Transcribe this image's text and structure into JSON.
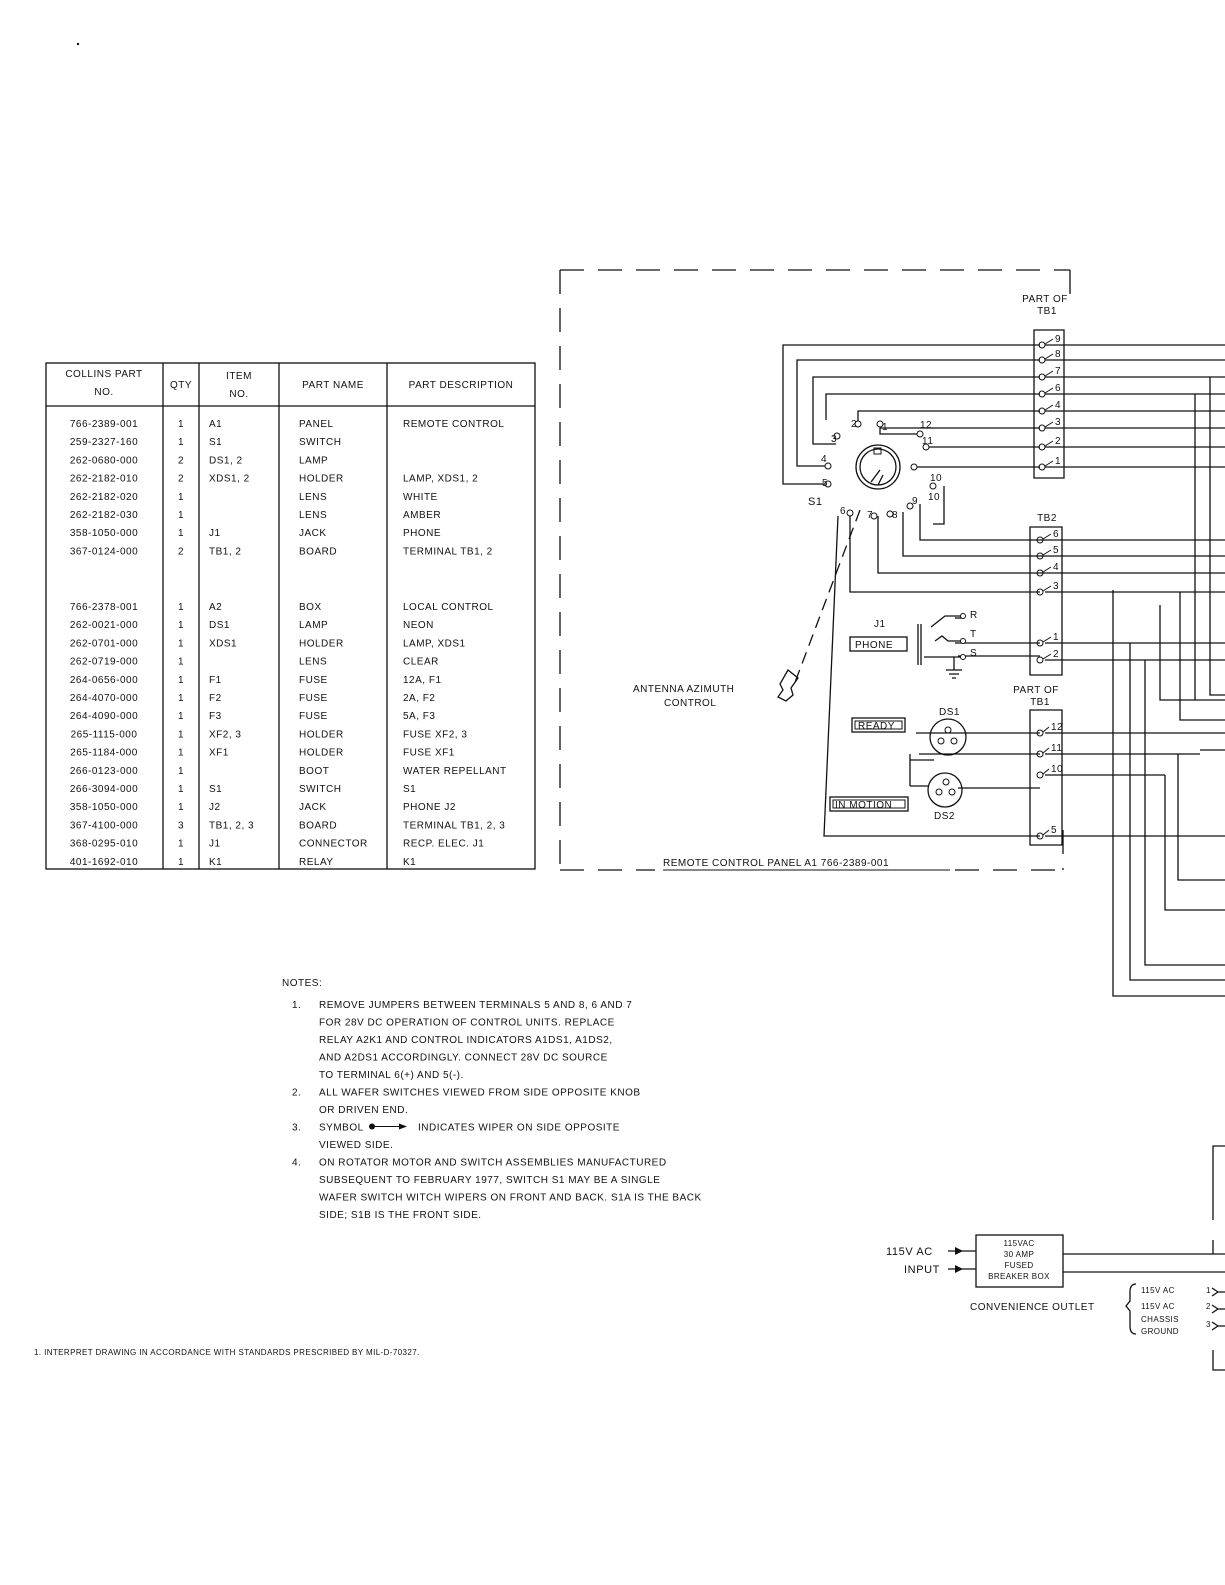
{
  "parts_table": {
    "headers": [
      "COLLINS PART NO.",
      "QTY",
      "ITEM NO.",
      "PART NAME",
      "PART DESCRIPTION"
    ],
    "group1": [
      [
        "766-2389-001",
        "1",
        "A1",
        "PANEL",
        "REMOTE CONTROL"
      ],
      [
        "259-2327-160",
        "1",
        "S1",
        "SWITCH",
        ""
      ],
      [
        "262-0680-000",
        "2",
        "DS1, 2",
        "LAMP",
        ""
      ],
      [
        "262-2182-010",
        "2",
        "XDS1, 2",
        "HOLDER",
        "LAMP, XDS1, 2"
      ],
      [
        "262-2182-020",
        "1",
        "",
        "LENS",
        "WHITE"
      ],
      [
        "262-2182-030",
        "1",
        "",
        "LENS",
        "AMBER"
      ],
      [
        "358-1050-000",
        "1",
        "J1",
        "JACK",
        "PHONE"
      ],
      [
        "367-0124-000",
        "2",
        "TB1, 2",
        "BOARD",
        "TERMINAL TB1, 2"
      ]
    ],
    "group2": [
      [
        "766-2378-001",
        "1",
        "A2",
        "BOX",
        "LOCAL CONTROL"
      ],
      [
        "262-0021-000",
        "1",
        "DS1",
        "LAMP",
        "NEON"
      ],
      [
        "262-0701-000",
        "1",
        "XDS1",
        "HOLDER",
        "LAMP, XDS1"
      ],
      [
        "262-0719-000",
        "1",
        "",
        "LENS",
        "CLEAR"
      ],
      [
        "264-0656-000",
        "1",
        "F1",
        "FUSE",
        "12A, F1"
      ],
      [
        "264-4070-000",
        "1",
        "F2",
        "FUSE",
        "2A, F2"
      ],
      [
        "264-4090-000",
        "1",
        "F3",
        "FUSE",
        "5A, F3"
      ],
      [
        "265-1115-000",
        "1",
        "XF2, 3",
        "HOLDER",
        "FUSE XF2, 3"
      ],
      [
        "265-1184-000",
        "1",
        "XF1",
        "HOLDER",
        "FUSE XF1"
      ],
      [
        "266-0123-000",
        "1",
        "",
        "BOOT",
        "WATER REPELLANT"
      ],
      [
        "266-3094-000",
        "1",
        "S1",
        "SWITCH",
        "S1"
      ],
      [
        "358-1050-000",
        "1",
        "J2",
        "JACK",
        "PHONE J2"
      ],
      [
        "367-4100-000",
        "3",
        "TB1, 2, 3",
        "BOARD",
        "TERMINAL TB1, 2, 3"
      ],
      [
        "368-0295-010",
        "1",
        "J1",
        "CONNECTOR",
        "RECP. ELEC. J1"
      ],
      [
        "401-1692-010",
        "1",
        "K1",
        "RELAY",
        "K1"
      ]
    ]
  },
  "diagram": {
    "part_of_tb1_top": "PART OF TB1",
    "tb1_top_terminals": [
      "9",
      "8",
      "7",
      "6",
      "4",
      "3",
      "2",
      "1"
    ],
    "tb2_label": "TB2",
    "tb2_terminals": [
      "6",
      "5",
      "4",
      "3",
      "1",
      "2"
    ],
    "part_of_tb1_bottom": "PART OF TB1",
    "tb1_bottom_terminals": [
      "12",
      "11",
      "10",
      "5"
    ],
    "switch_label": "S1",
    "switch_positions": [
      "1",
      "2",
      "3",
      "4",
      "5",
      "6",
      "7",
      "8",
      "9",
      "10",
      "11",
      "12"
    ],
    "switch_extra_10": "10",
    "antenna_label": "ANTENNA AZIMUTH CONTROL",
    "jack_label": "J1",
    "jack_contacts": [
      "R",
      "T",
      "S"
    ],
    "phone_label": "PHONE",
    "ready_label": "READY",
    "ds1_label": "DS1",
    "in_motion_label": "IN MOTION",
    "ds2_label": "DS2",
    "panel_caption": "REMOTE CONTROL PANEL A1 766-2389-001"
  },
  "notes": {
    "heading": "NOTES:",
    "items": [
      {
        "num": "1.",
        "lines": [
          "REMOVE JUMPERS BETWEEN TERMINALS 5 AND 8, 6 AND 7",
          "FOR 28V DC OPERATION OF CONTROL UNITS. REPLACE",
          "RELAY A2K1 AND CONTROL INDICATORS A1DS1, A1DS2,",
          "AND A2DS1 ACCORDINGLY. CONNECT 28V DC SOURCE",
          "TO TERMINAL 6(+) AND 5(-)."
        ]
      },
      {
        "num": "2.",
        "lines": [
          "ALL WAFER SWITCHES VIEWED FROM SIDE OPPOSITE KNOB",
          "OR DRIVEN END."
        ]
      },
      {
        "num": "3.",
        "lines": [
          "SYMBOL",
          "VIEWED SIDE."
        ],
        "symbol_suffix": "INDICATES WIPER ON SIDE OPPOSITE"
      },
      {
        "num": "4.",
        "lines": [
          "ON ROTATOR MOTOR AND SWITCH ASSEMBLIES MANUFACTURED",
          "SUBSEQUENT TO FEBRUARY 1977, SWITCH S1 MAY BE A SINGLE",
          "WAFER SWITCH WITCH WIPERS ON FRONT AND BACK. S1A IS THE BACK",
          "SIDE; S1B IS THE FRONT SIDE."
        ]
      }
    ]
  },
  "power": {
    "input_label_1": "115V AC",
    "input_label_2": "INPUT",
    "breaker_lines": [
      "115VAC",
      "30 AMP",
      "FUSED",
      "BREAKER BOX"
    ],
    "outlet_label": "CONVENIENCE OUTLET",
    "outlet_items": [
      "115V AC",
      "115V AC",
      "CHASSIS",
      "GROUND"
    ],
    "outlet_nums": [
      "1",
      "2",
      "3"
    ]
  },
  "footer_note": "1.   INTERPRET DRAWING IN ACCORDANCE WITH STANDARDS PRESCRIBED BY MIL-D-70327."
}
